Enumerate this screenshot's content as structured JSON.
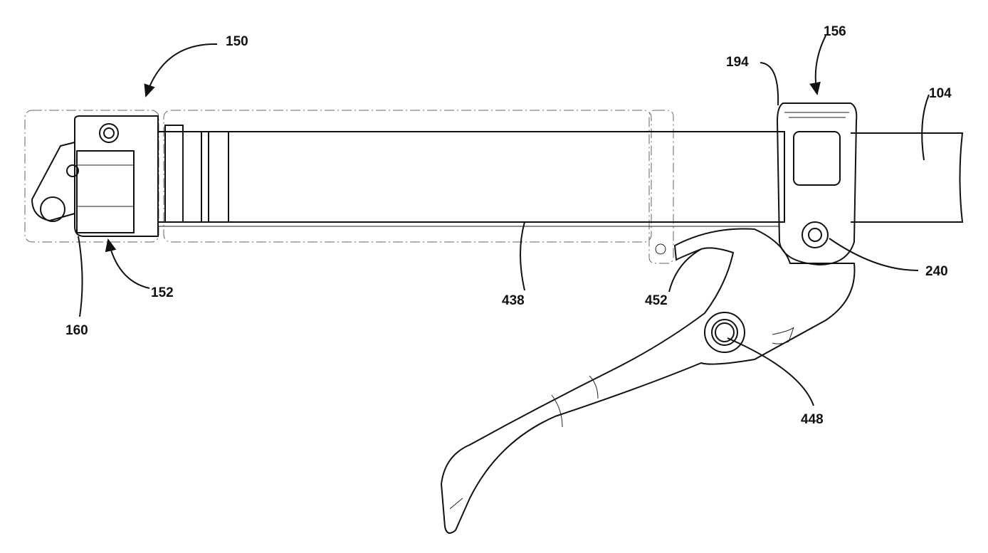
{
  "figure": {
    "labels": {
      "l150": "150",
      "l156": "156",
      "l194": "194",
      "l104": "104",
      "l240": "240",
      "l452": "452",
      "l438": "438",
      "l448": "448",
      "l152": "152",
      "l160": "160"
    }
  }
}
